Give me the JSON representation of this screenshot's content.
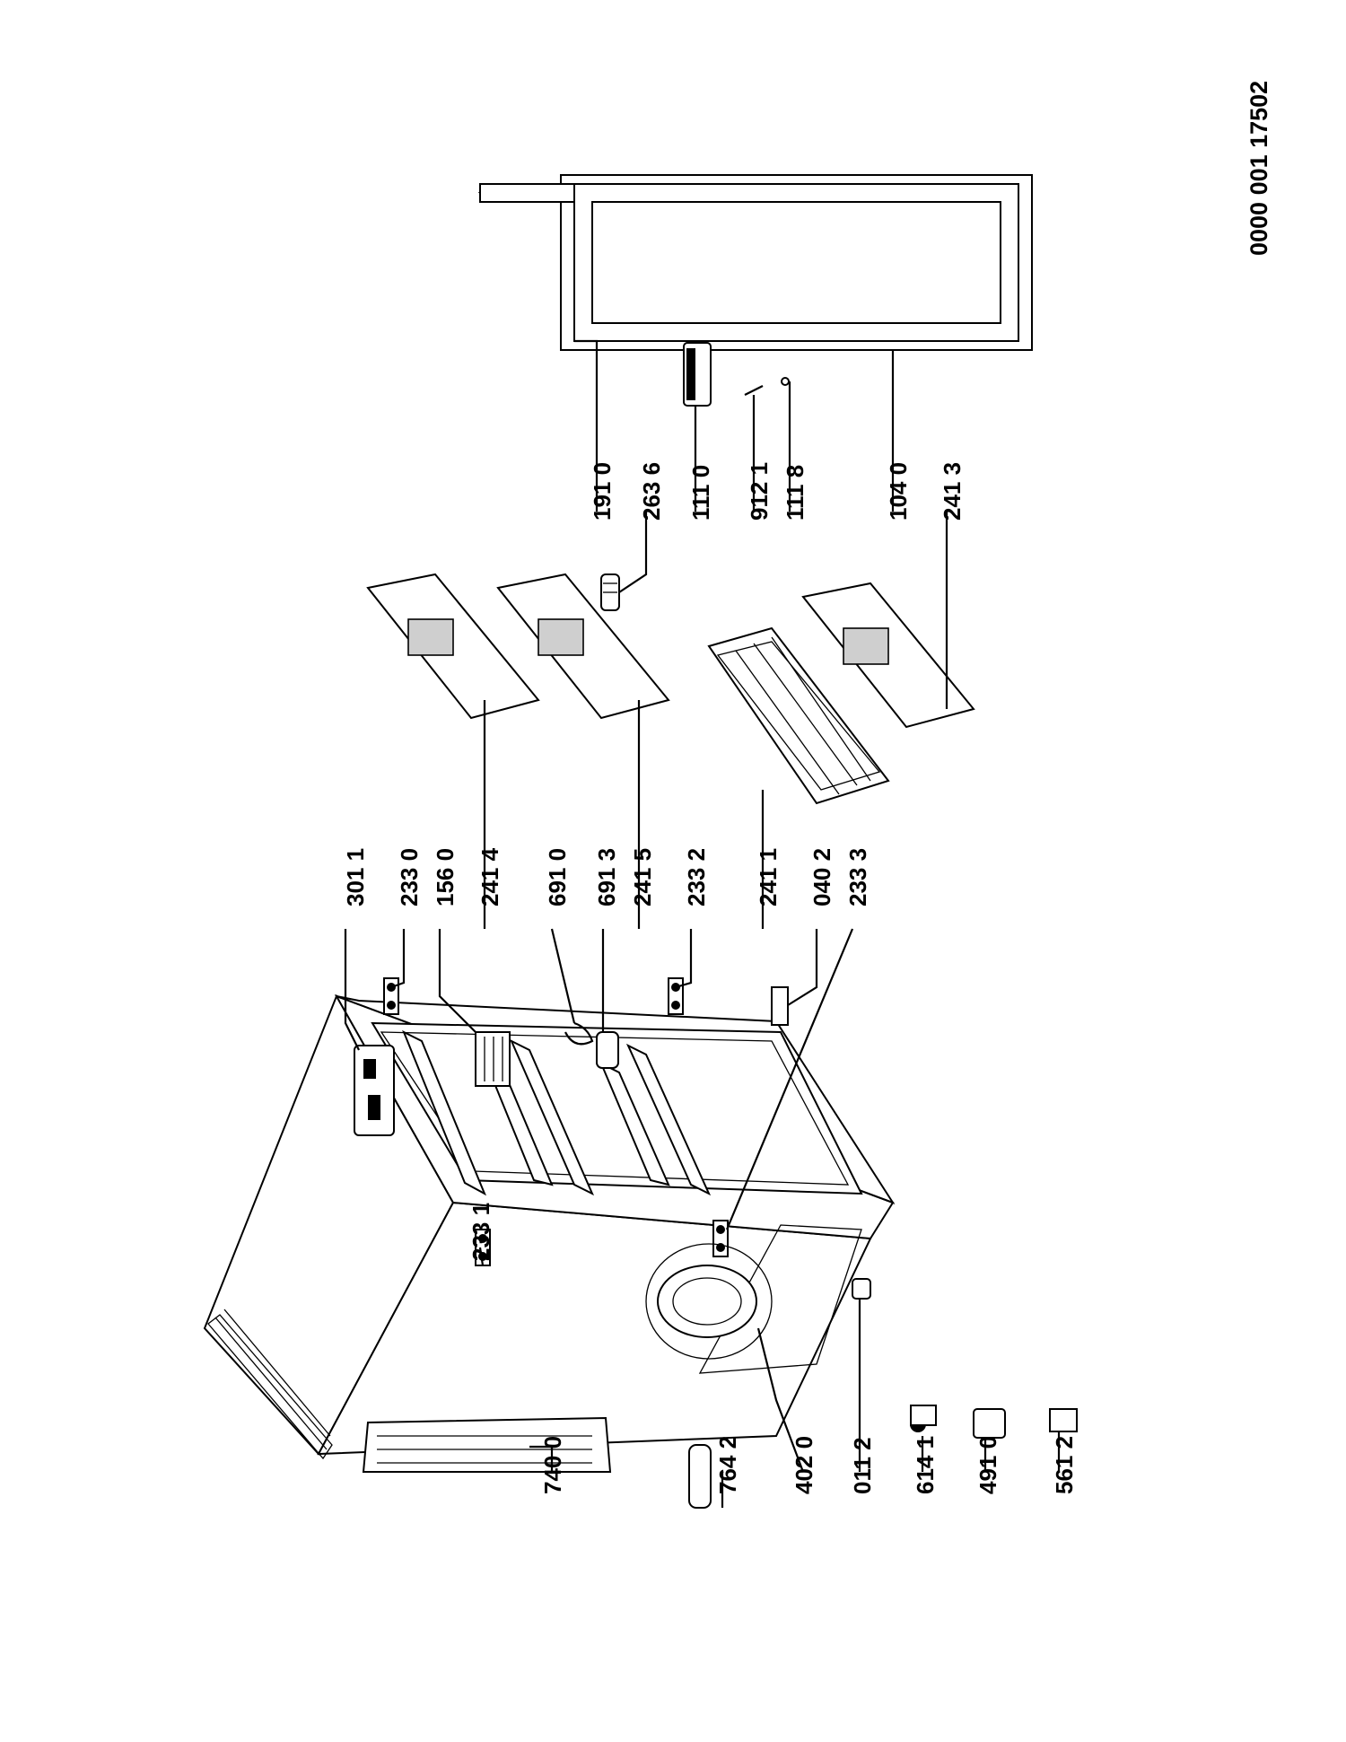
{
  "document_number": "0000 001 17502",
  "part_labels": {
    "p7400": "740 0",
    "p7642": "764 2",
    "p4020": "402 0",
    "p0112": "011 2",
    "p6141": "614 1",
    "p4910": "491 0",
    "p5612": "561 2",
    "p2331": "233 1",
    "p3011": "301 1",
    "p2330": "233 0",
    "p1560": "156 0",
    "p2414": "241 4",
    "p6910": "691 0",
    "p6913": "691 3",
    "p2415": "241 5",
    "p2332": "233 2",
    "p2411": "241 1",
    "p0402": "040 2",
    "p2333": "233 3",
    "p1910": "191 0",
    "p2636": "263 6",
    "p1110": "111 0",
    "p9121": "912 1",
    "p1118": "111 8",
    "p1040": "104 0",
    "p2413": "241 3"
  }
}
